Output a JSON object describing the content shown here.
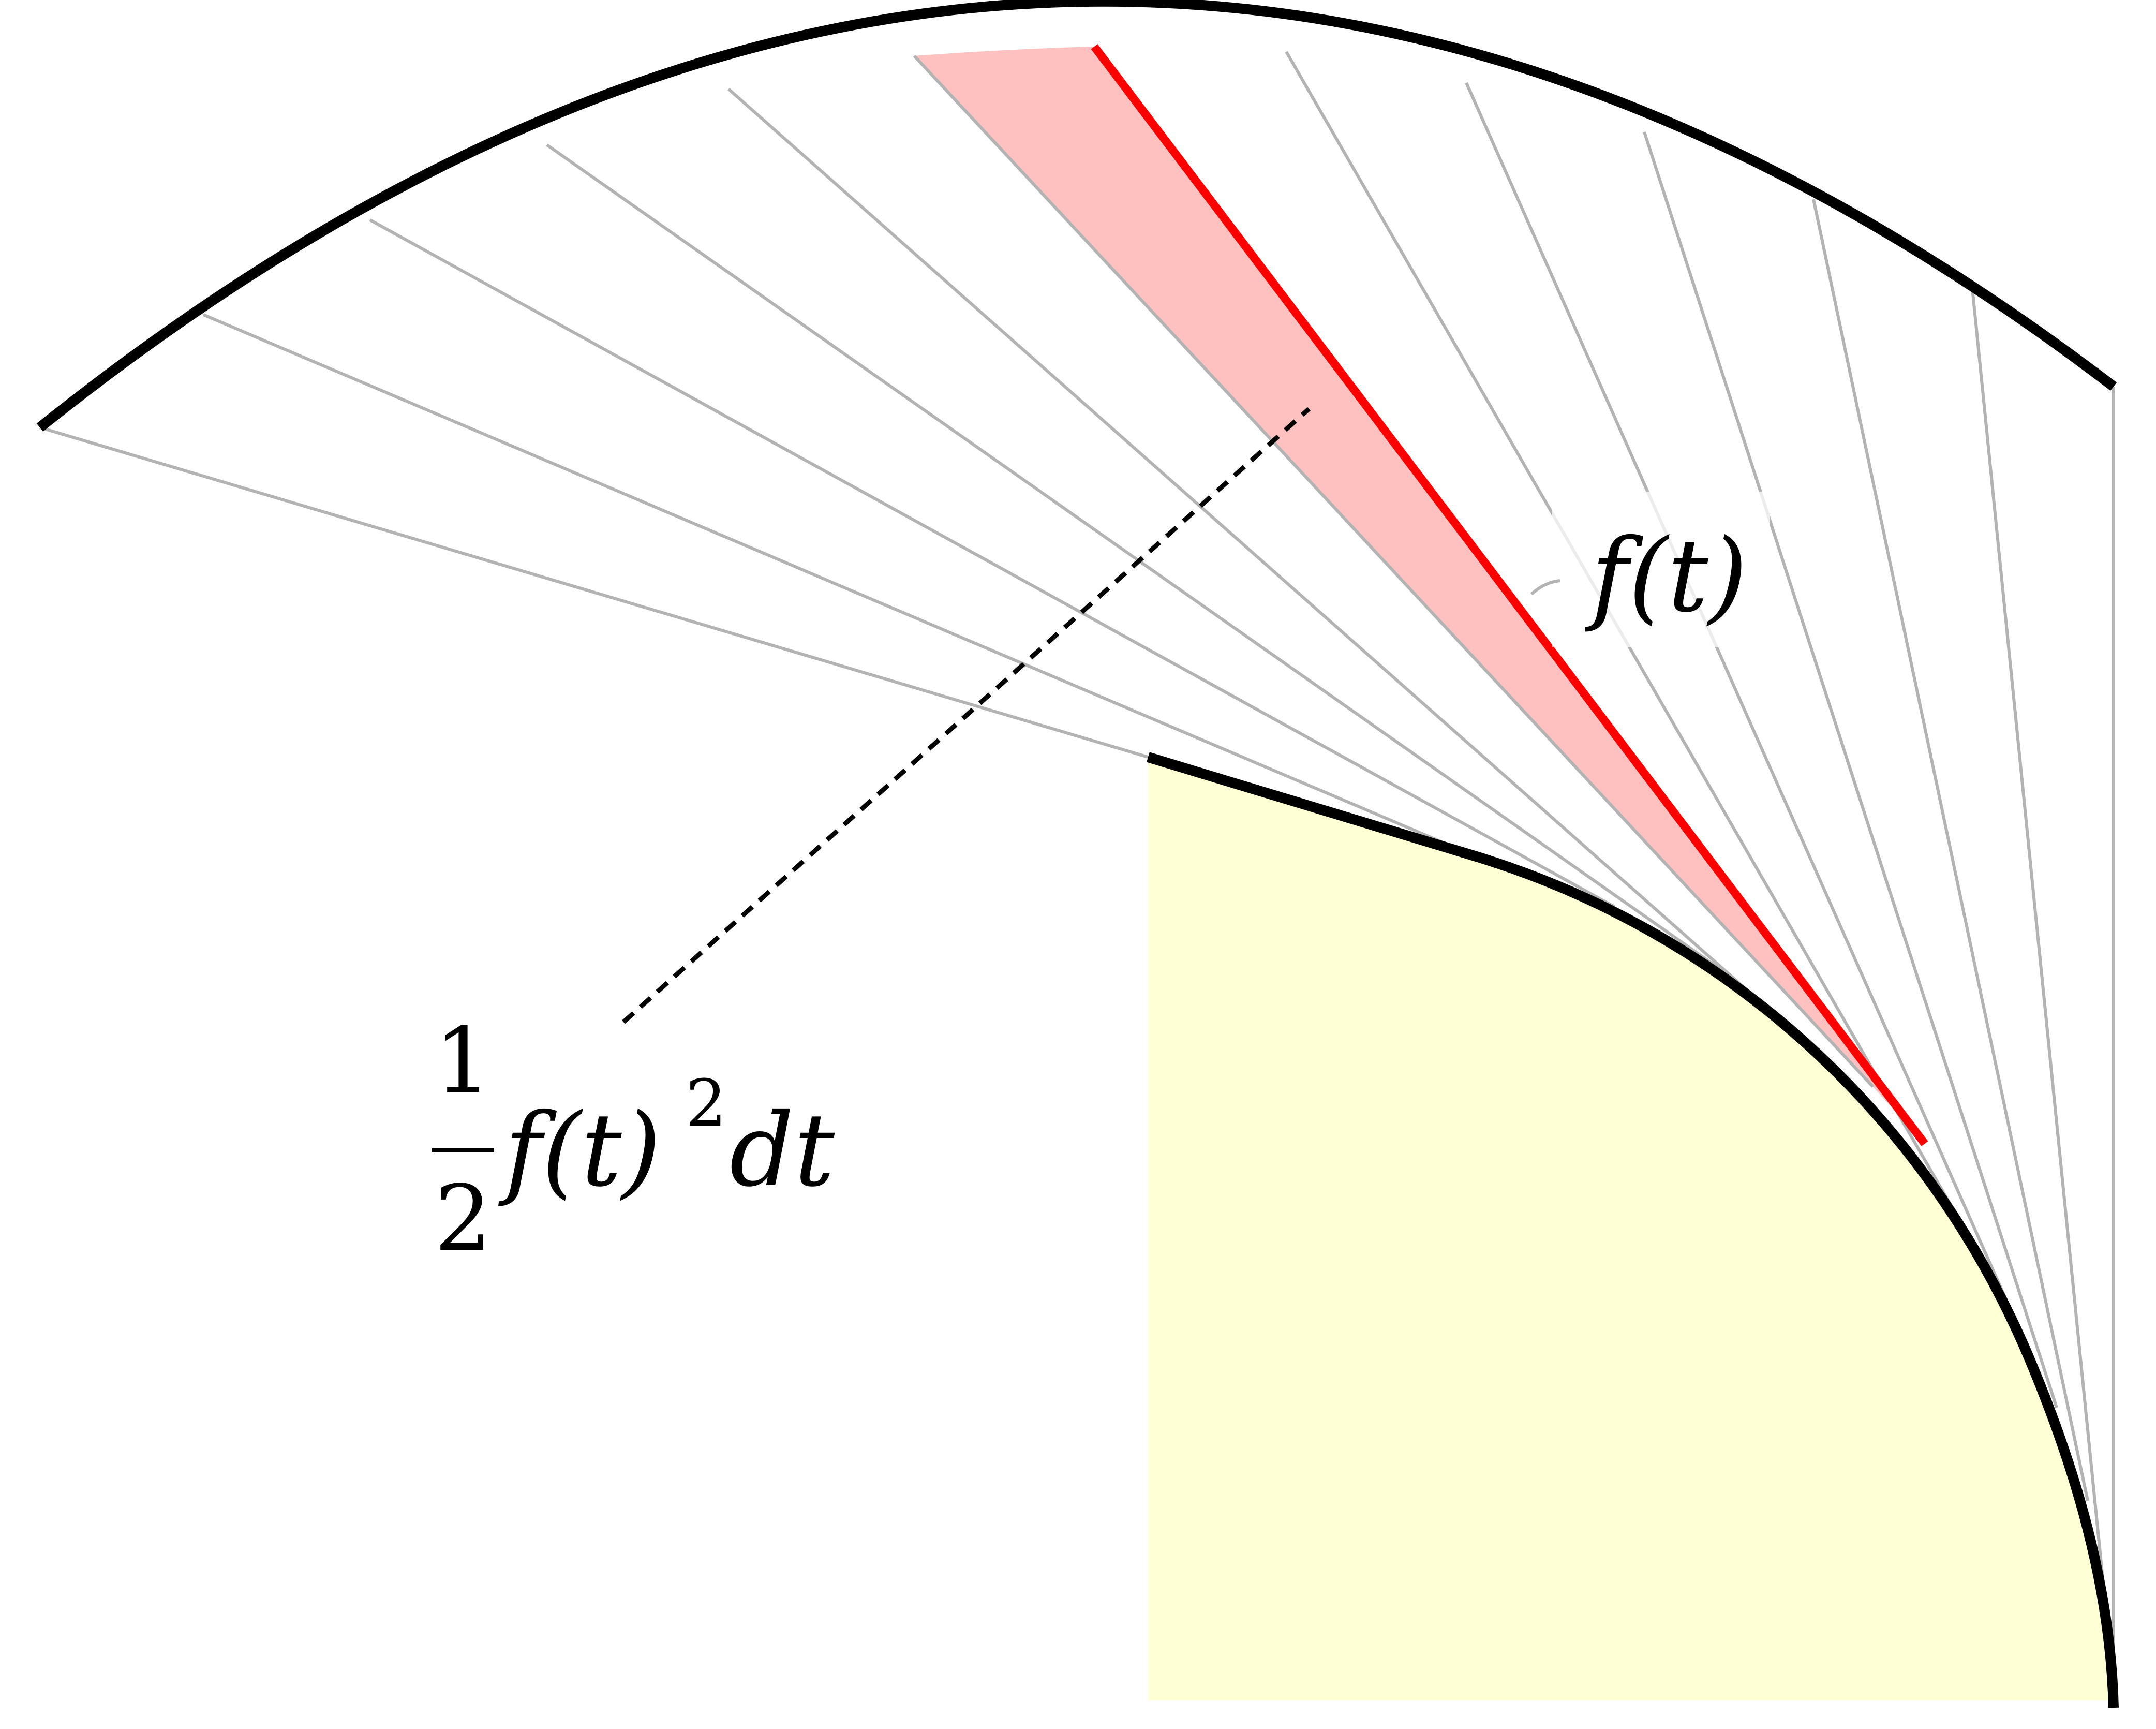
{
  "labels": {
    "f_label": "f(t)",
    "area_numerator": "1",
    "area_denominator": "2",
    "area_expression": "f(t)",
    "area_exponent": "2",
    "area_differential": "dt"
  },
  "colors": {
    "curve": "#000000",
    "ray": "#b3b3b3",
    "highlight_ray": "#ff0000",
    "highlight_sector": "#ffc0c0",
    "region_fill": "#ffffd6",
    "dotted_leader": "#000000"
  }
}
